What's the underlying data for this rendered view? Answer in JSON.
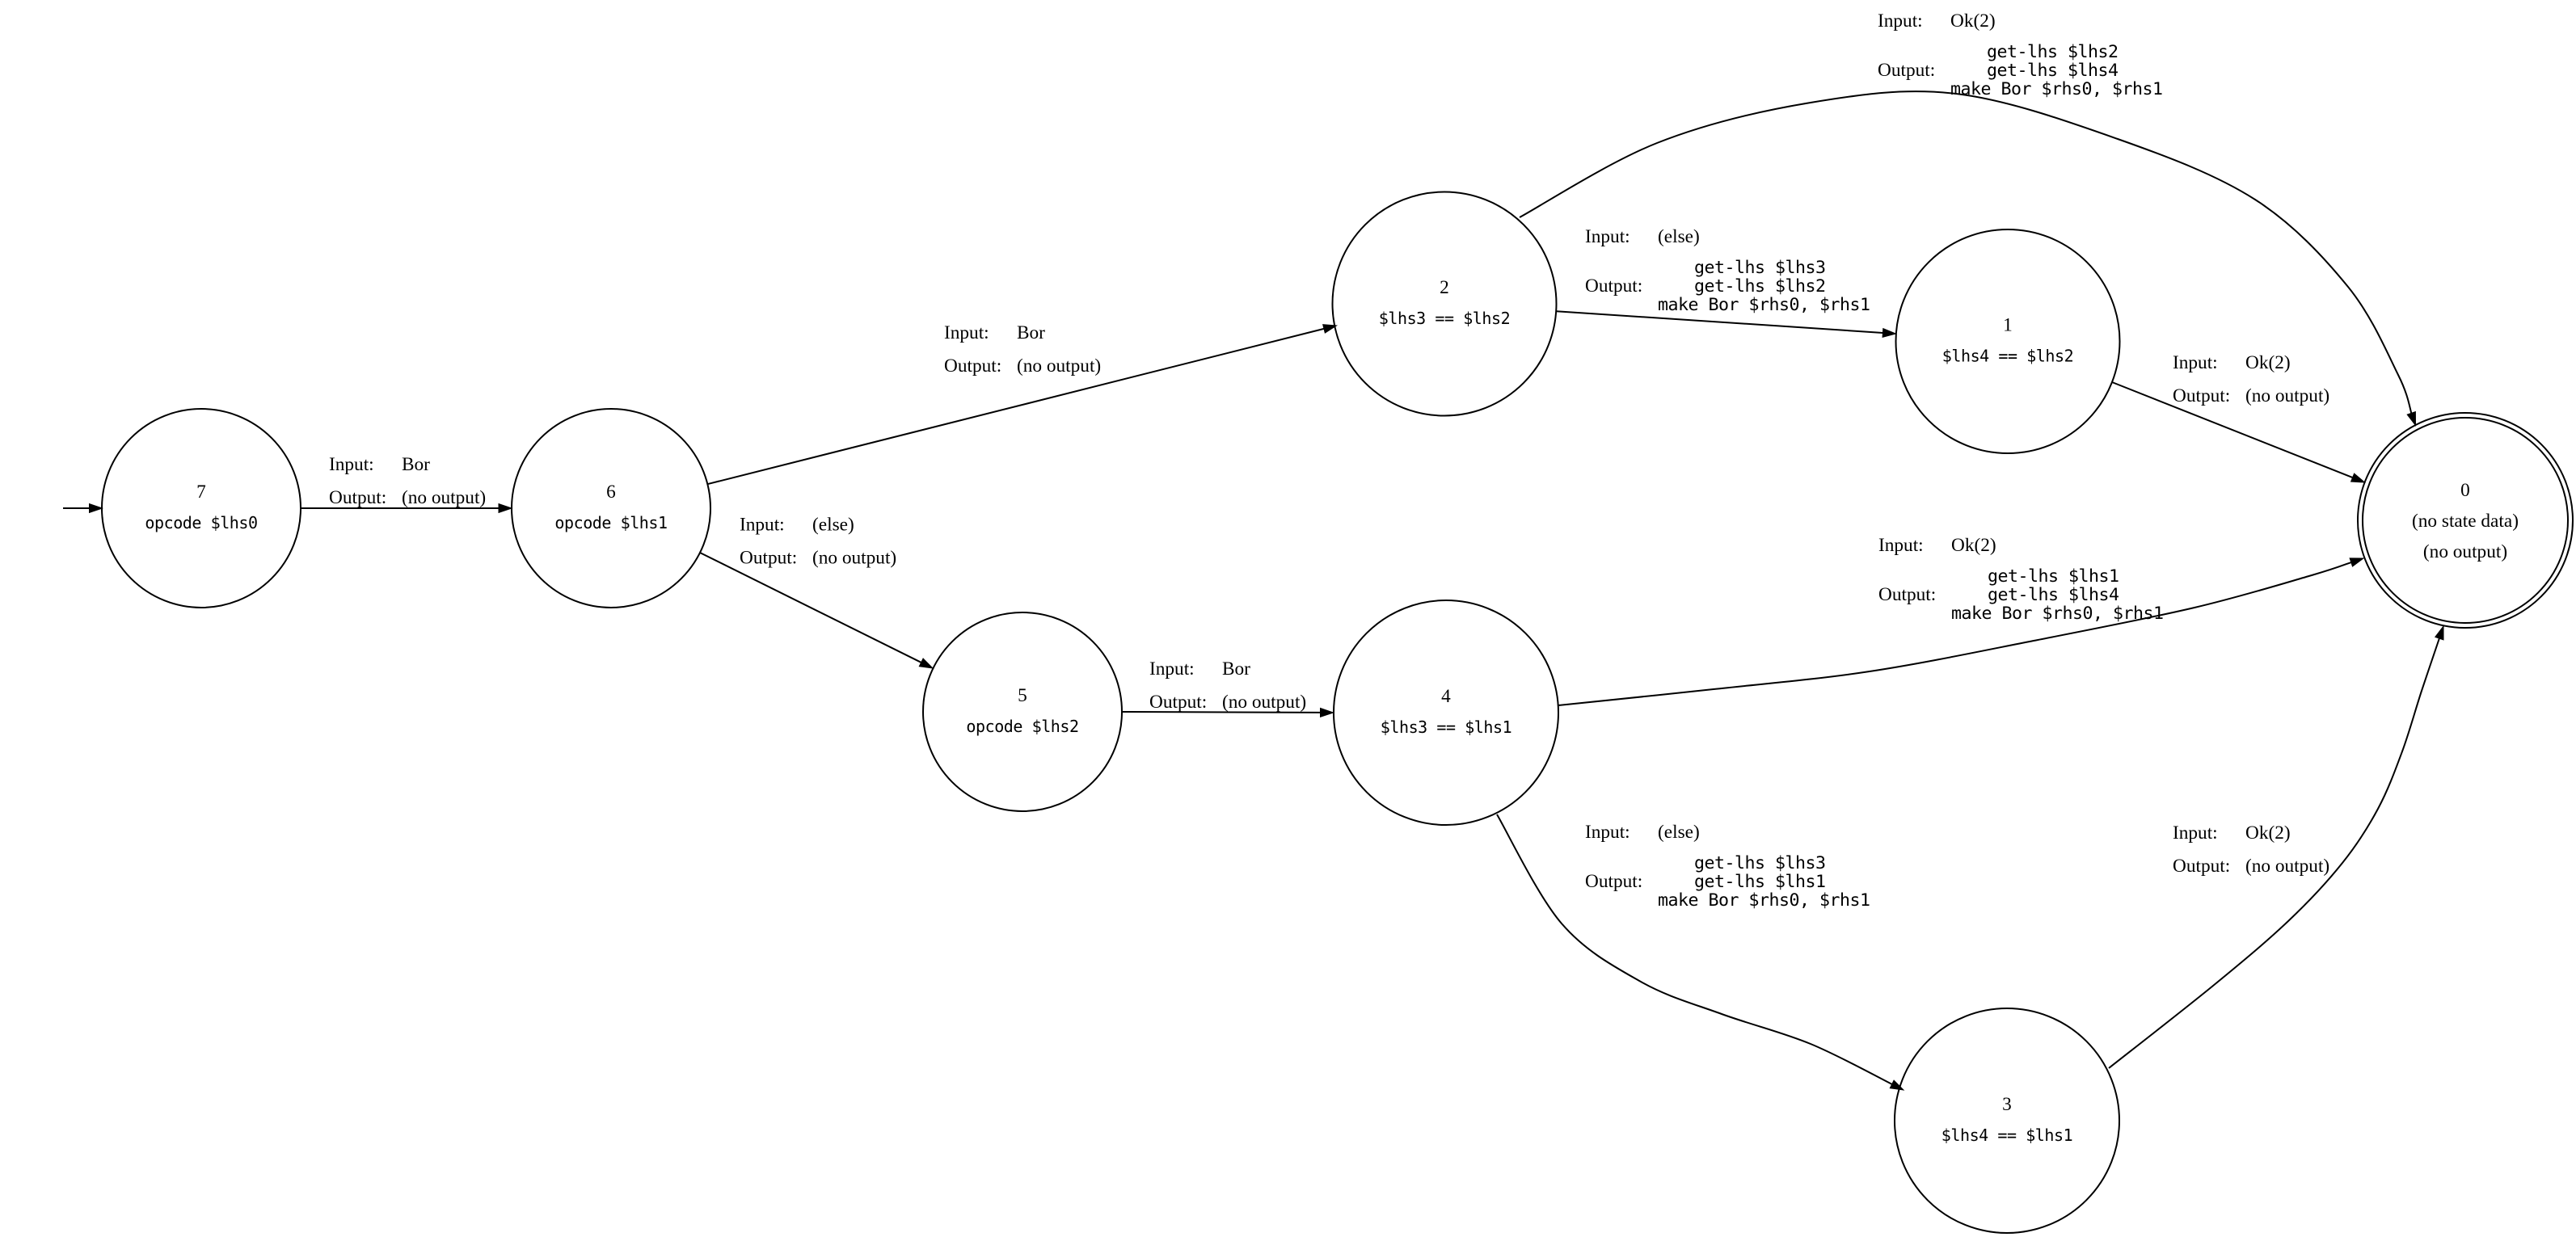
{
  "diagram": {
    "title": "state machine diagram",
    "background": "#ffffff",
    "line_color": "#000000",
    "text_color": "#000000"
  },
  "labels": {
    "input_key": "Input:",
    "output_key": "Output:"
  },
  "states": {
    "s7": {
      "name": "7",
      "data": "opcode $lhs0"
    },
    "s6": {
      "name": "6",
      "data": "opcode $lhs1"
    },
    "s5": {
      "name": "5",
      "data": "opcode $lhs2"
    },
    "s4": {
      "name": "4",
      "data": "$lhs3 == $lhs1"
    },
    "s3": {
      "name": "3",
      "data": "$lhs4 == $lhs1"
    },
    "s2": {
      "name": "2",
      "data": "$lhs3 == $lhs2"
    },
    "s1": {
      "name": "1",
      "data": "$lhs4 == $lhs2"
    },
    "s0": {
      "name": "0",
      "data_line1": "(no state data)",
      "data_line2": "(no output)"
    }
  },
  "edges": {
    "e7_6": {
      "from": "7",
      "to": "6",
      "input": "Bor",
      "output": "(no output)"
    },
    "e6_2": {
      "from": "6",
      "to": "2",
      "input": "Bor",
      "output": "(no output)"
    },
    "e6_5": {
      "from": "6",
      "to": "5",
      "input": "(else)",
      "output": "(no output)"
    },
    "e5_4": {
      "from": "5",
      "to": "4",
      "input": "Bor",
      "output": "(no output)"
    },
    "e2_1": {
      "from": "2",
      "to": "1",
      "input": "(else)",
      "output_lines": [
        "get-lhs $lhs3",
        "get-lhs $lhs2",
        "make Bor $rhs0, $rhs1"
      ]
    },
    "e2_0": {
      "from": "2",
      "to": "0",
      "input": "Ok(2)",
      "output_lines": [
        "get-lhs $lhs2",
        "get-lhs $lhs4",
        "make Bor $rhs0, $rhs1"
      ]
    },
    "e1_0": {
      "from": "1",
      "to": "0",
      "input": "Ok(2)",
      "output": "(no output)"
    },
    "e4_3": {
      "from": "4",
      "to": "3",
      "input": "(else)",
      "output_lines": [
        "get-lhs $lhs3",
        "get-lhs $lhs1",
        "make Bor $rhs0, $rhs1"
      ]
    },
    "e4_0": {
      "from": "4",
      "to": "0",
      "input": "Ok(2)",
      "output_lines": [
        "get-lhs $lhs1",
        "get-lhs $lhs4",
        "make Bor $rhs0, $rhs1"
      ]
    },
    "e3_0": {
      "from": "3",
      "to": "0",
      "input": "Ok(2)",
      "output": "(no output)"
    }
  }
}
